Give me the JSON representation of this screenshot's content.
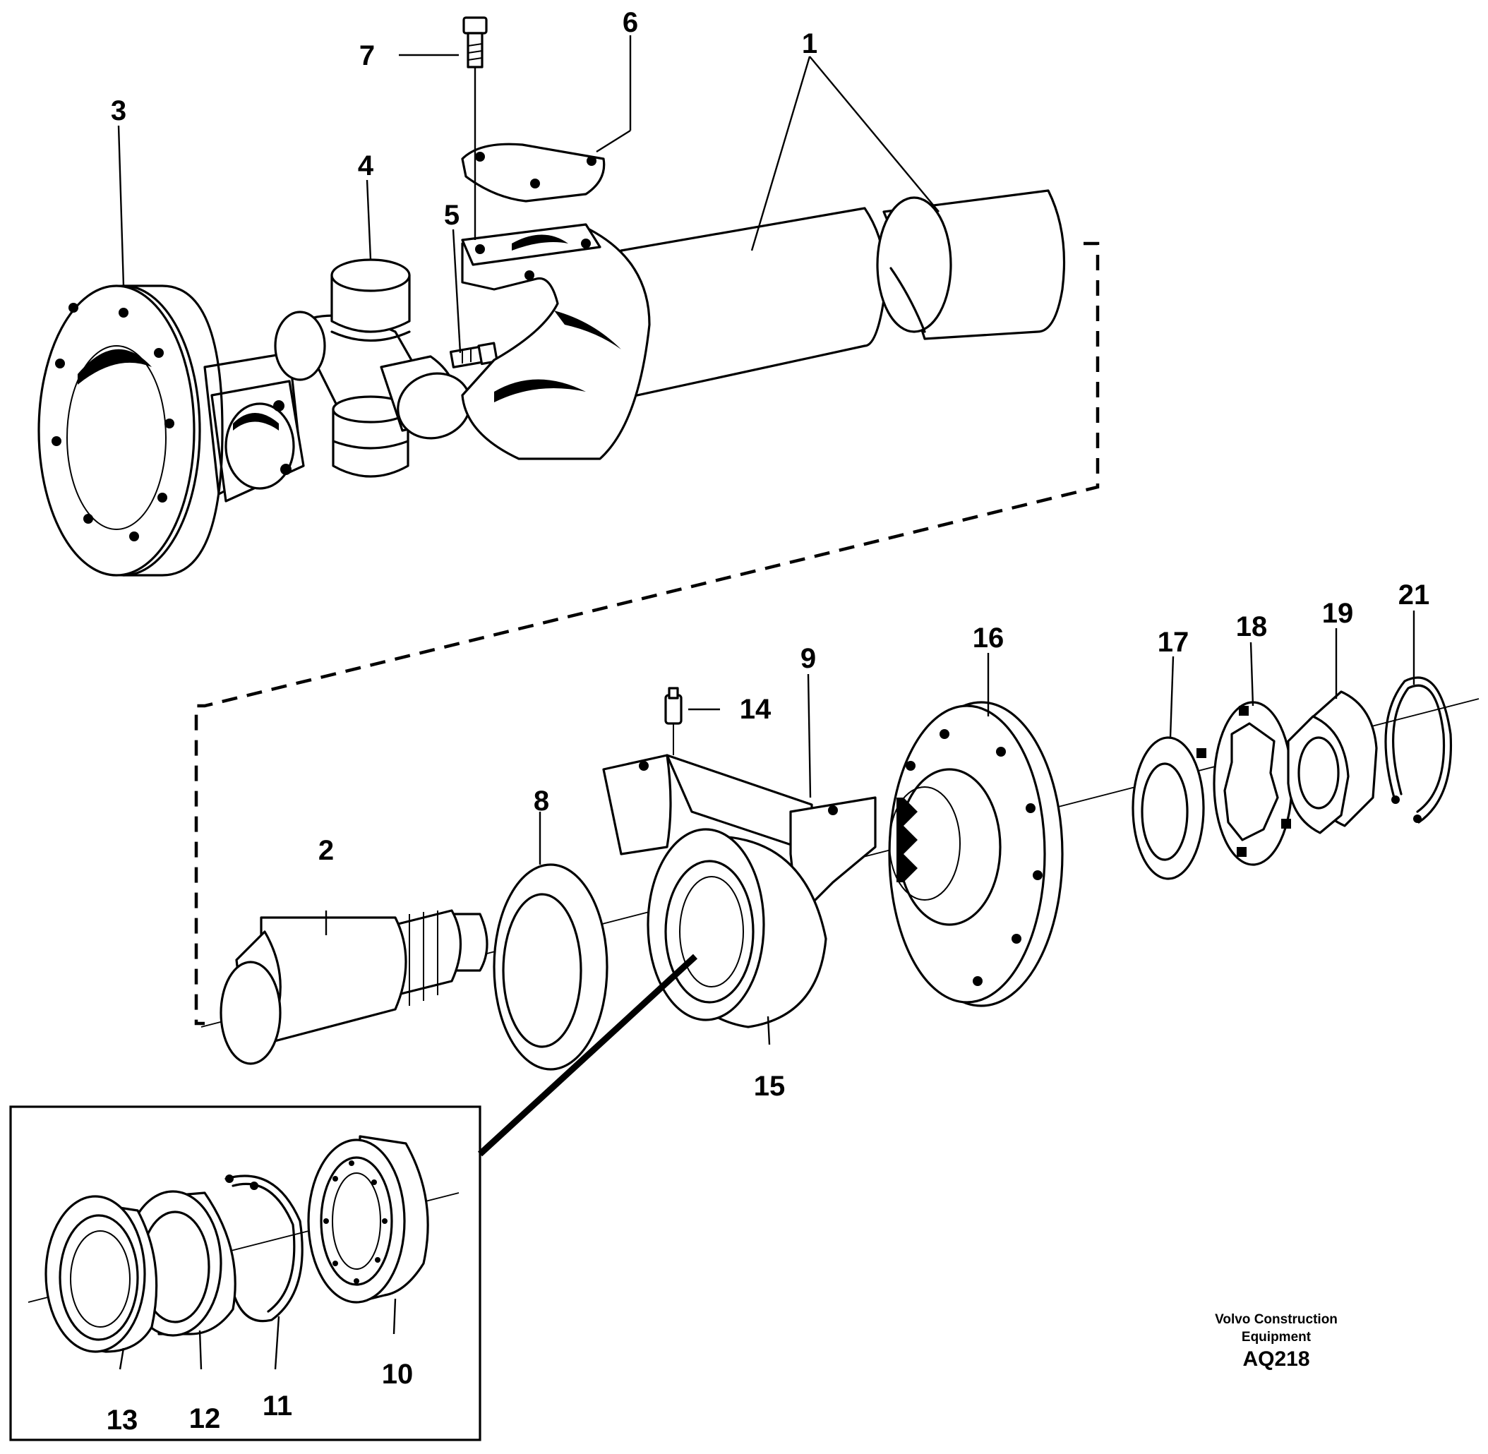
{
  "callouts": [
    "1",
    "2",
    "3",
    "4",
    "5",
    "6",
    "7",
    "8",
    "9",
    "10",
    "11",
    "12",
    "13",
    "14",
    "15",
    "16",
    "17",
    "18",
    "19",
    "21"
  ],
  "brand": {
    "line1": "Volvo Construction",
    "line2": "Equipment",
    "code": "AQ218"
  }
}
